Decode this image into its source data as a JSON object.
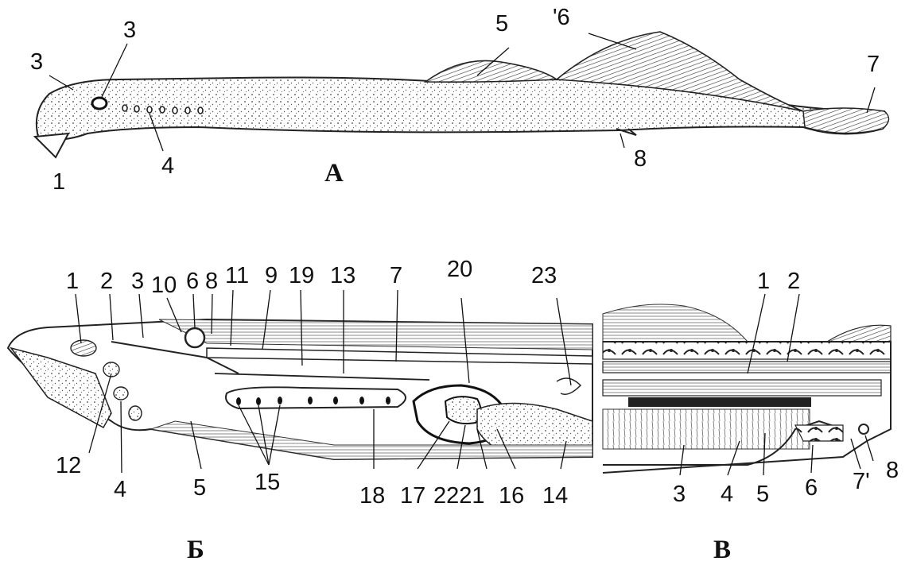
{
  "figure": {
    "panels": [
      {
        "id": "A",
        "title": "А",
        "labels": [
          "3",
          "3",
          "5",
          "'6",
          "7",
          "1",
          "4",
          "8"
        ]
      },
      {
        "id": "B",
        "title": "Б",
        "labels": [
          "1",
          "2",
          "3",
          "10",
          "6",
          "8",
          "11",
          "9",
          "19",
          "13",
          "7",
          "20",
          "23",
          "12",
          "4",
          "5",
          "15",
          "18",
          "17",
          "2221",
          "16",
          "14"
        ]
      },
      {
        "id": "C",
        "title": "В",
        "labels": [
          "1",
          "2",
          "3",
          "4",
          "5",
          "6",
          "7'",
          "8"
        ]
      }
    ]
  }
}
